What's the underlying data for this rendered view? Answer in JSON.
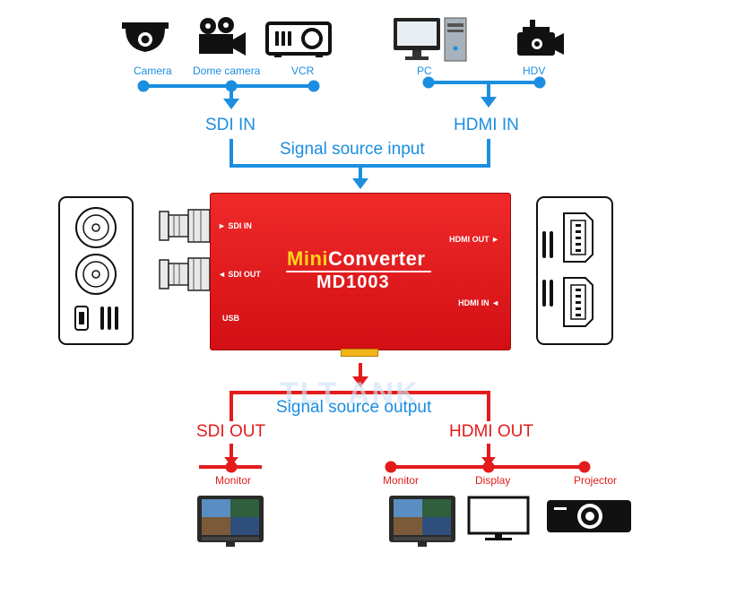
{
  "inputs": {
    "sdi_sources": [
      "Camera",
      "Dome camera",
      "VCR"
    ],
    "hdmi_sources": [
      "PC",
      "HDV"
    ],
    "sdi_in": "SDI IN",
    "hdmi_in": "HDMI IN",
    "signal_input": "Signal source input"
  },
  "device": {
    "brand_prefix": "Mini",
    "brand_suffix": "Converter",
    "model": "MD1003",
    "ports": {
      "sdi_in": "► SDI IN",
      "sdi_out": "◄ SDI OUT",
      "usb": "USB",
      "hdmi_out": "HDMI OUT ►",
      "hdmi_in": "HDMI IN ◄"
    }
  },
  "watermark": "TLT ANK",
  "outputs": {
    "signal_output": "Signal source output",
    "sdi_out": "SDI OUT",
    "hdmi_out": "HDMI OUT",
    "sdi_targets": [
      "Monitor"
    ],
    "hdmi_targets": [
      "Monitor",
      "Display",
      "Projector"
    ]
  },
  "colors": {
    "input_line": "#1b8ee0",
    "output_line": "#e31b1b",
    "device_body": "#e3131b",
    "brand_yellow": "#ffd21a"
  }
}
